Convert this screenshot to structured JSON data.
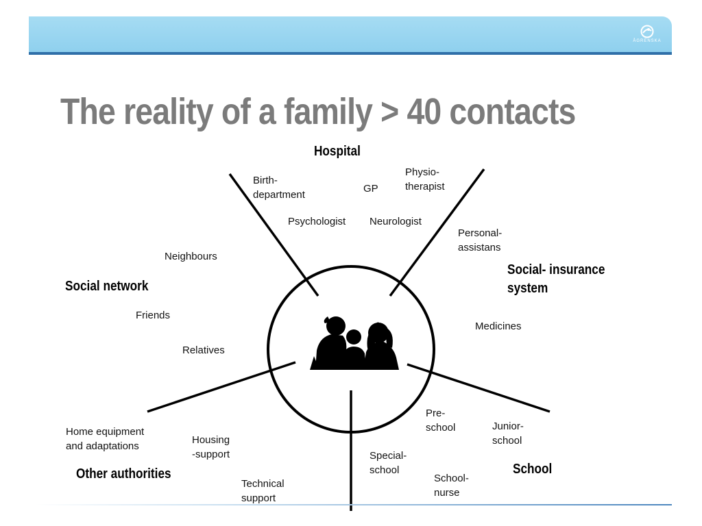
{
  "slide": {
    "title": "The reality of a family > 40 contacts",
    "logo_text": "ÅGRENSKA"
  },
  "categories": {
    "hospital": "Hospital",
    "social_insurance": "Social- insurance\nsystem",
    "social_network": "Social network",
    "other_authorities": "Other authorities",
    "school": "School"
  },
  "contacts": {
    "birth_department": "Birth-\ndepartment",
    "gp": "GP",
    "physiotherapist": "Physio-\ntherapist",
    "psychologist": "Psychologist",
    "neurologist": "Neurologist",
    "personal_assistans": "Personal-\nassistans",
    "neighbours": "Neighbours",
    "friends": "Friends",
    "relatives": "Relatives",
    "medicines": "Medicines",
    "home_equipment": "Home equipment\nand adaptations",
    "housing_support": "Housing\n-support",
    "technical_support": "Technical\nsupport",
    "special_school": "Special-\nschool",
    "pre_school": "Pre-\nschool",
    "junior_school": "Junior-\nschool",
    "school_nurse": "School-\nnurse"
  },
  "colors": {
    "header": "#9dd8f1",
    "header_line": "#2f6fa8",
    "title": "#7b7b7b"
  }
}
